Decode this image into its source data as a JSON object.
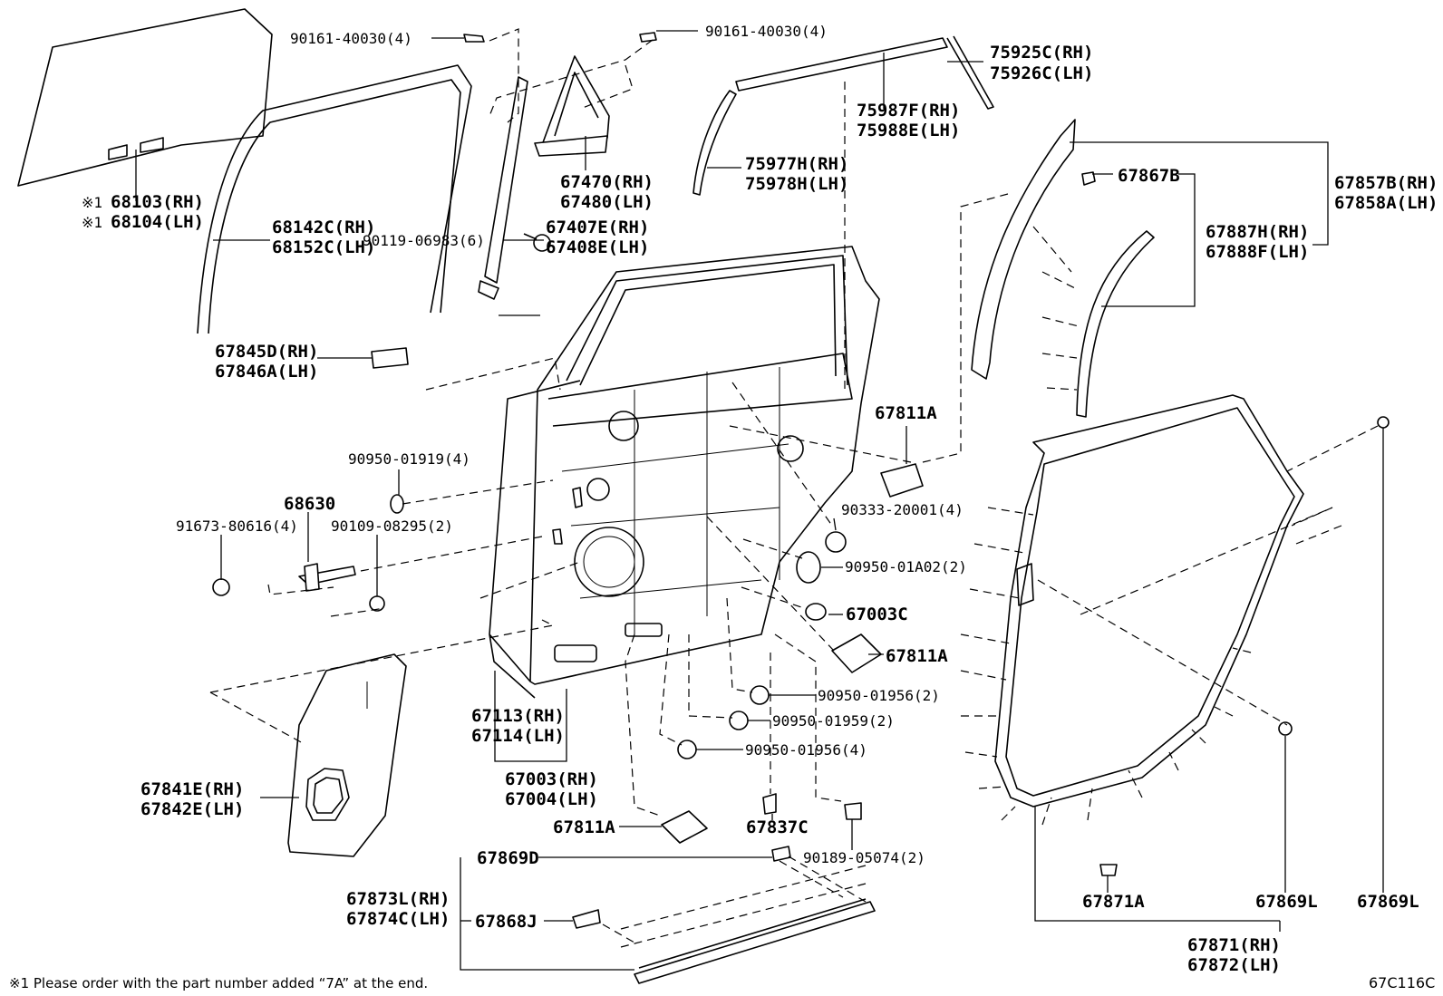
{
  "labels": {
    "l_90161_a": "90161-40030(4)",
    "l_90161_b": "90161-40030(4)",
    "l_75925": "75925C(RH)",
    "l_75926": "75926C(LH)",
    "l_75987": "75987F(RH)",
    "l_75988": "75988E(LH)",
    "l_75977": "75977H(RH)",
    "l_75978": "75978H(LH)",
    "l_67470": "67470(RH)",
    "l_67480": "67480(LH)",
    "l_68103": "68103(RH)",
    "l_68104": "68104(LH)",
    "l_68142": "68142C(RH)",
    "l_68152": "68152C(LH)",
    "l_67407": "67407E(RH)",
    "l_67408": "67408E(LH)",
    "l_67867": "67867B",
    "l_67857": "67857B(RH)",
    "l_67858": "67858A(LH)",
    "l_67887": "67887H(RH)",
    "l_67888": "67888F(LH)",
    "l_90119": "90119-06983(6)",
    "l_67845": "67845D(RH)",
    "l_67846": "67846A(LH)",
    "l_67811_a": "67811A",
    "l_90950_919": "90950-01919(4)",
    "l_68630": "68630",
    "l_91673": "91673-80616(4)",
    "l_90109": "90109-08295(2)",
    "l_90333": "90333-20001(4)",
    "l_90950_a02": "90950-01A02(2)",
    "l_67003c": "67003C",
    "l_67811_b": "67811A",
    "l_90950_956a": "90950-01956(2)",
    "l_90950_959": "90950-01959(2)",
    "l_67113": "67113(RH)",
    "l_67114": "67114(LH)",
    "l_90950_956b": "90950-01956(4)",
    "l_67003": "67003(RH)",
    "l_67004": "67004(LH)",
    "l_67841": "67841E(RH)",
    "l_67842": "67842E(LH)",
    "l_67811_c": "67811A",
    "l_67837": "67837C",
    "l_90189": "90189-05074(2)",
    "l_67869d": "67869D",
    "l_67873": "67873L(RH)",
    "l_67874": "67874C(LH)",
    "l_67868": "67868J",
    "l_67871a": "67871A",
    "l_67869l_a": "67869L",
    "l_67869l_b": "67869L",
    "l_67871": "67871(RH)",
    "l_67872": "67872(LH)"
  },
  "marks": {
    "note_mark_1": "※1",
    "note_mark_2": "※1"
  },
  "footnote": "※1 Please order with the part number added “7A” at the end.",
  "diagram_code": "67C116C"
}
